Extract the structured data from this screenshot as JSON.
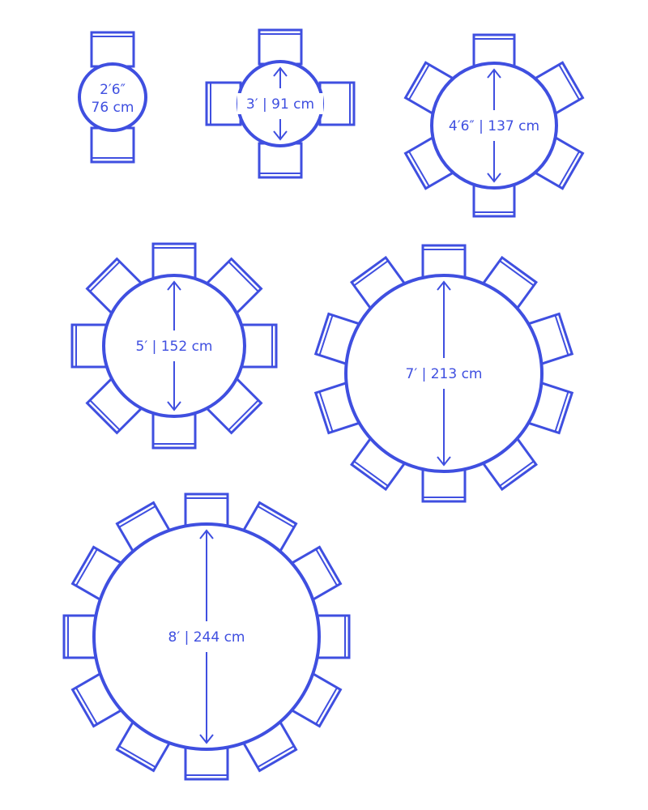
{
  "colors": {
    "stroke": "#3f4fe0",
    "background": "#ffffff"
  },
  "tables": [
    {
      "id": "table-2-seat",
      "seats": 2,
      "label_lines": [
        "2′6″",
        "76 cm"
      ],
      "dimension_arrow": false
    },
    {
      "id": "table-4-seat",
      "seats": 4,
      "label_lines": [
        "3′ | 91 cm"
      ],
      "dimension_arrow": true
    },
    {
      "id": "table-6-seat",
      "seats": 6,
      "label_lines": [
        "4′6″ | 137 cm"
      ],
      "dimension_arrow": true
    },
    {
      "id": "table-8-seat",
      "seats": 8,
      "label_lines": [
        "5′ | 152 cm"
      ],
      "dimension_arrow": true
    },
    {
      "id": "table-10-seat",
      "seats": 10,
      "label_lines": [
        "7′ | 213 cm"
      ],
      "dimension_arrow": true
    },
    {
      "id": "table-12-seat",
      "seats": 12,
      "label_lines": [
        "8′ | 244 cm"
      ],
      "dimension_arrow": true
    }
  ]
}
